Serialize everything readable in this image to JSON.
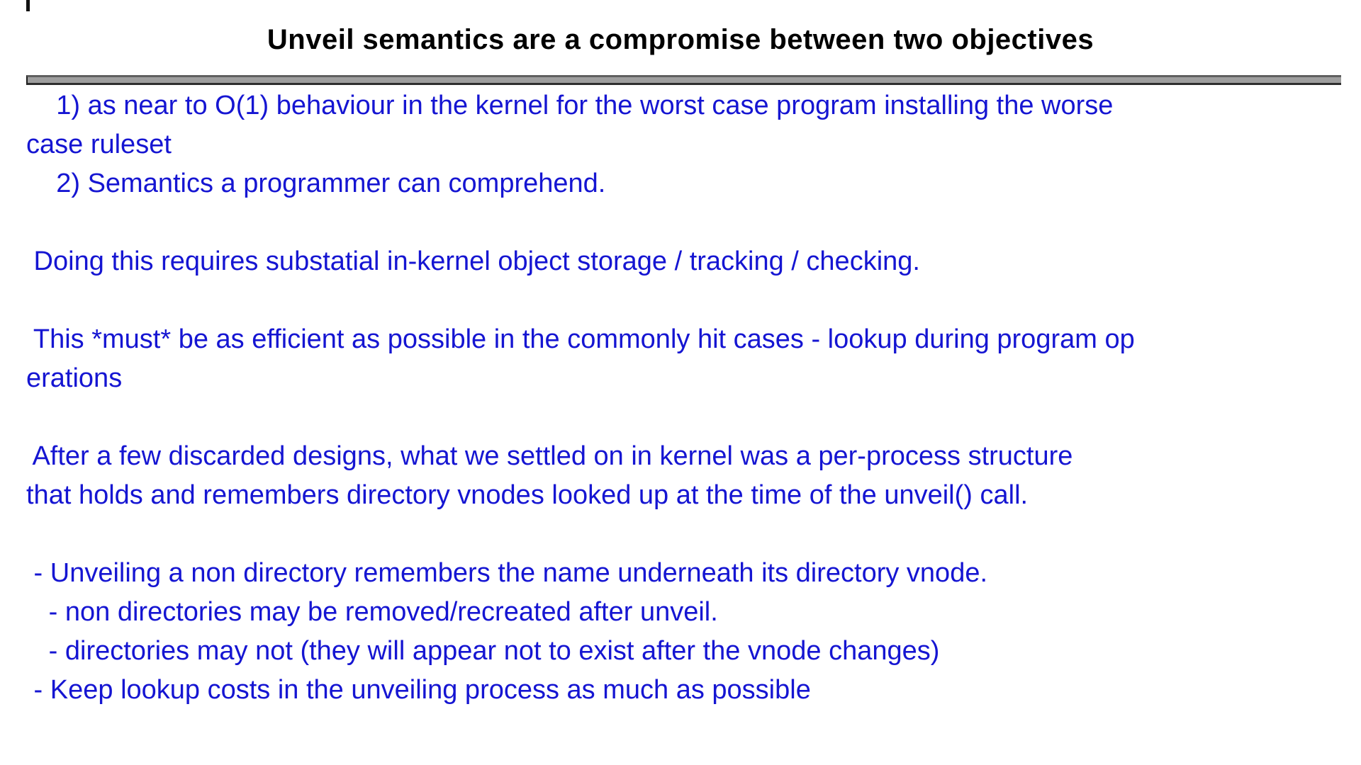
{
  "slide": {
    "title": "Unveil semantics are a compromise between two objectives",
    "title_color": "#000000",
    "text_color": "#1515d2",
    "divider_color": "#9e9e9e",
    "background_color": "#ffffff",
    "lines": [
      "    1) as near to O(1) behaviour in the kernel for the worst case program installing the worse",
      "case ruleset",
      "    2) Semantics a programmer can comprehend.",
      "",
      " Doing this requires substatial in-kernel object storage / tracking / checking.",
      "",
      " This *must* be as efficient as possible in the commonly hit cases - lookup during program op",
      "erations",
      "",
      " After a few discarded designs, what we settled on in kernel was a per-process structure",
      "that holds and remembers directory vnodes looked up at the time of the unveil() call.",
      "",
      " - Unveiling a non directory remembers the name underneath its directory vnode.",
      "   - non directories may be removed/recreated after unveil.",
      "   - directories may not (they will appear not to exist after the vnode changes)",
      " - Keep lookup costs in the unveiling process as much as possible"
    ]
  }
}
